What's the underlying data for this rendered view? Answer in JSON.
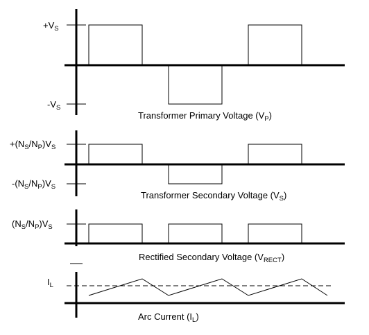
{
  "panels": [
    {
      "id": "primary",
      "levels": [
        {
          "id": "pos",
          "parts": [
            {
              "t": "+V"
            },
            {
              "t": "S",
              "sub": true
            }
          ]
        },
        {
          "id": "neg",
          "parts": [
            {
              "t": "-V"
            },
            {
              "t": "S",
              "sub": true
            }
          ]
        }
      ],
      "caption": [
        {
          "t": "Transformer Primary Voltage (V"
        },
        {
          "t": "P",
          "sub": true
        },
        {
          "t": ")"
        }
      ]
    },
    {
      "id": "secondary",
      "levels": [
        {
          "id": "pos",
          "parts": [
            {
              "t": "+(N"
            },
            {
              "t": "S",
              "sub": true
            },
            {
              "t": "/N"
            },
            {
              "t": "P",
              "sub": true
            },
            {
              "t": ")V"
            },
            {
              "t": "S",
              "sub": true
            }
          ]
        },
        {
          "id": "neg",
          "parts": [
            {
              "t": "-(N"
            },
            {
              "t": "S",
              "sub": true
            },
            {
              "t": "/N"
            },
            {
              "t": "P",
              "sub": true
            },
            {
              "t": ")V"
            },
            {
              "t": "S",
              "sub": true
            }
          ]
        }
      ],
      "caption": [
        {
          "t": "Transformer Secondary Voltage (V"
        },
        {
          "t": "S",
          "sub": true
        },
        {
          "t": ")"
        }
      ]
    },
    {
      "id": "rectified",
      "levels": [
        {
          "id": "pos",
          "parts": [
            {
              "t": "(N"
            },
            {
              "t": "S",
              "sub": true
            },
            {
              "t": "/N"
            },
            {
              "t": "P",
              "sub": true
            },
            {
              "t": ")V"
            },
            {
              "t": "S",
              "sub": true
            }
          ]
        }
      ],
      "caption": [
        {
          "t": "Rectified Secondary Voltage (V"
        },
        {
          "t": "RECT",
          "sub": true
        },
        {
          "t": ")"
        }
      ]
    },
    {
      "id": "arc",
      "levels": [
        {
          "id": "avg",
          "parts": [
            {
              "t": "I"
            },
            {
              "t": "L",
              "sub": true
            }
          ]
        }
      ],
      "caption": [
        {
          "t": "Arc Current (I"
        },
        {
          "t": "L",
          "sub": true
        },
        {
          "t": ")"
        }
      ]
    }
  ]
}
